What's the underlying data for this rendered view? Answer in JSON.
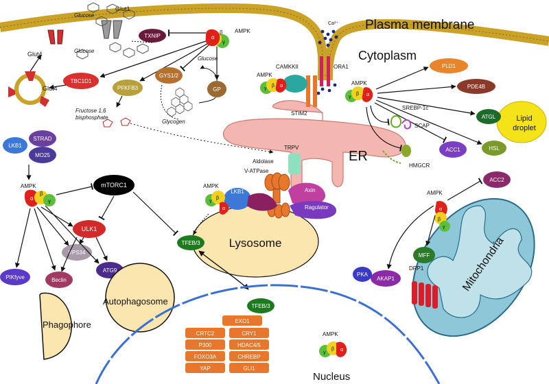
{
  "regions": {
    "plasma_membrane": "Plasma membrane",
    "cytoplasm": "Cytoplasm",
    "er": "ER",
    "lysosome": "Lysosome",
    "mitochondria": "Mitochondria",
    "nucleus": "Nucleus",
    "lipid_droplet_line1": "Lipid",
    "lipid_droplet_line2": "droplet",
    "autophagosome": "Autophagosome",
    "phagophore": "Phagophore"
  },
  "ampk": {
    "label": "AMPK",
    "alpha": "α",
    "beta": "β",
    "gamma": "γ"
  },
  "membrane_proteins": {
    "glut1": "Glut1",
    "glut4_top": "Glut4",
    "glut4_vesicle": "Glut4",
    "ora1": "ORA1",
    "stim2": "STIM2",
    "camkkii": "CAMKKII",
    "ca2": "Ca²⁺",
    "trpv": "TRPV",
    "aldolase": "Aldolase",
    "v_atpase": "V-ATPase",
    "axin": "Axin",
    "ragulator": "Ragulator",
    "lkb1_lysosome": "LKB1"
  },
  "metabolites": {
    "glucose_top": "Glucose",
    "glucose_mid": "Glucose",
    "glucose_right": "Glucose",
    "glycogen": "Glycogen",
    "fructose_line1": "Fructose 1,6",
    "fructose_line2": "bisphosphate"
  },
  "nodes": {
    "txnip": "TXNIP",
    "tbc1d1": "TBC1D1",
    "pfkfb3": "PFKFB3",
    "gys": "GYS1/2",
    "gp": "GP",
    "pld1": "PLD1",
    "pde4b": "PDE4B",
    "atgl": "ATGL",
    "hsl": "HSL",
    "acc1": "ACC1",
    "srebp": "SREBP-1c",
    "scap": "SCAP",
    "hmgcr": "HMGCR",
    "acc2": "ACC2",
    "lkb1": "LKB1",
    "strad": "STRAD",
    "mo25": "MO25",
    "mtorc1": "mTORC1",
    "ulk1": "ULK1",
    "vps34": "VPS34",
    "atg9": "ATG9",
    "beclin": "Beclin",
    "pikfyve": "PIKfyve",
    "tfeb_cyto": "TFEB/3",
    "tfeb_nuc": "TFEB/3",
    "mff": "MFF",
    "drp1": "DRP1",
    "pka": "PKA",
    "akap1": "AKAP1"
  },
  "nuclear_targets": [
    "EXO1",
    "CRTC2",
    "CRY1",
    "P300",
    "HDAC4/5",
    "FOXO3A",
    "CHREBP",
    "YAP",
    "GLI1"
  ],
  "colors": {
    "membrane_gold": "#c9a227",
    "membrane_dark": "#8a6a10",
    "er_pink": "#f4b6b0",
    "lysosome": "#fbe6b0",
    "mitochondria_blue": "#8ec8d8",
    "nucleus_line": "#3b6fd1",
    "nuclear_box": "#e8772e",
    "ampk_alpha": "#e0211b",
    "ampk_beta": "#f0d020",
    "ampk_gamma": "#5cbf3c",
    "txnip": "#6a1b3a",
    "tbc1d1": "#d93030",
    "pfkfb3": "#b8a03a",
    "gys": "#b5722e",
    "gp": "#9a6a32",
    "pld1": "#e8842a",
    "pde4b": "#8b3a2a",
    "atgl": "#1e6a2a",
    "hsl": "#7a9a2a",
    "acc": "#7b3fc6",
    "lkb1": "#3b78d8",
    "strad": "#6a3fa0",
    "mo25": "#4a3a9a",
    "mtorc1": "#000000",
    "ulk1": "#d02a2a",
    "vps34": "#a89aa8",
    "atg9": "#4a2a8a",
    "beclin": "#a03a60",
    "pikfyve": "#5a3ac8",
    "tfeb": "#1e7a1e",
    "akap1": "#8a2aa8",
    "pka": "#3a3ac8",
    "mff": "#2a7a2a",
    "axin": "#c040a0",
    "ragulator": "#7a3ac0"
  }
}
